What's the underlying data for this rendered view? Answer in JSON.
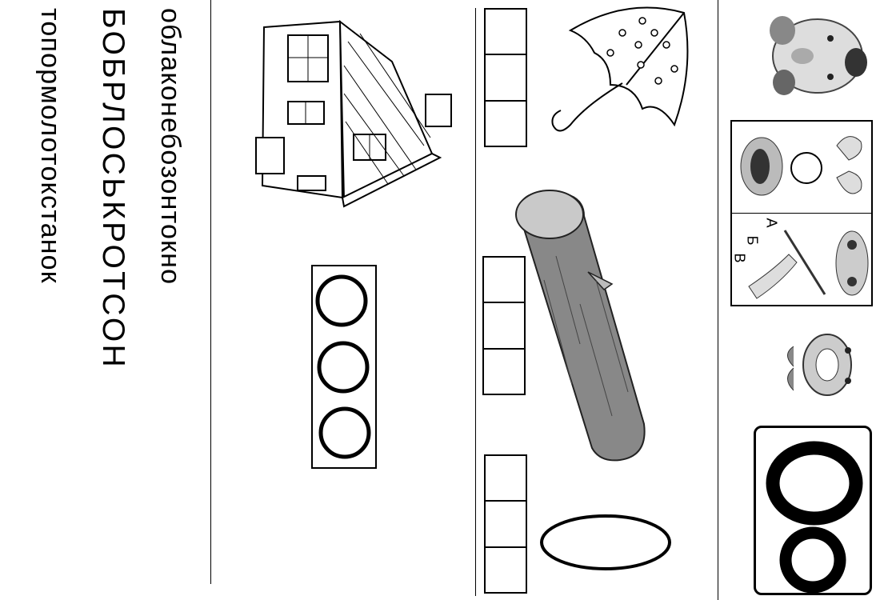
{
  "word_columns": {
    "col1": "облаконебозонтокно",
    "col2": "БОБРЛОСЬКРОТСОН",
    "col3": "топормолотокстанок"
  },
  "labels": {
    "a": "А",
    "b": "Б",
    "v": "В"
  },
  "letter_card": {
    "upper": "O",
    "lower": "o"
  },
  "icons": {
    "house": "house-icon",
    "umbrella": "umbrella-icon",
    "log": "log-icon",
    "oval": "oval-icon",
    "letter_mascot": "letter-o-mascot-icon",
    "face": "face-icon"
  }
}
